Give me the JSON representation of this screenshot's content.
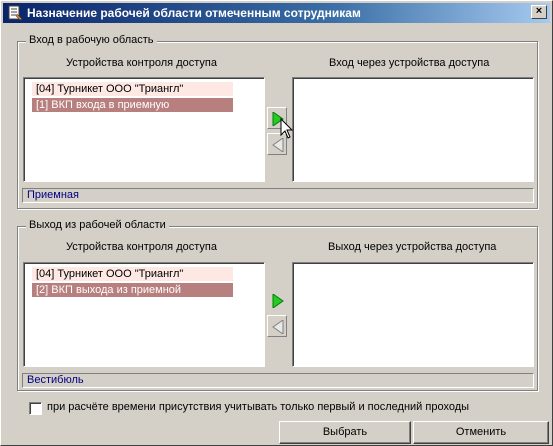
{
  "window": {
    "title": "Назначение рабочей области отмеченным сотрудникам",
    "close_glyph": "×"
  },
  "entry": {
    "legend": "Вход в рабочую область",
    "left_header": "Устройства контроля доступа",
    "right_header": "Вход через устройства доступа",
    "items": [
      {
        "label": "[04] Турникет ООО \"Триангл\"",
        "selected": false
      },
      {
        "label": "[1] ВКП входа в приемную",
        "selected": true
      }
    ],
    "zone": "Приемная"
  },
  "exit": {
    "legend": "Выход из рабочей области",
    "left_header": "Устройства контроля доступа",
    "right_header": "Выход через устройства доступа",
    "items": [
      {
        "label": "[04] Турникет ООО \"Триангл\"",
        "selected": false
      },
      {
        "label": "[2] ВКП выхода из приемной",
        "selected": true
      }
    ],
    "zone": "Вестибюль"
  },
  "option": {
    "label": "при расчёте времени присутствия учитывать только первый и последний проходы",
    "checked": false
  },
  "buttons": {
    "select": "Выбрать",
    "cancel": "Отменить"
  },
  "colors": {
    "titlebar_start": "#0a246a",
    "titlebar_end": "#a6caf0",
    "selected_item": "#b87f7f",
    "unselected_item": "#fde8e4",
    "arrow_active": "#22cc22",
    "zone_text": "#000080"
  }
}
